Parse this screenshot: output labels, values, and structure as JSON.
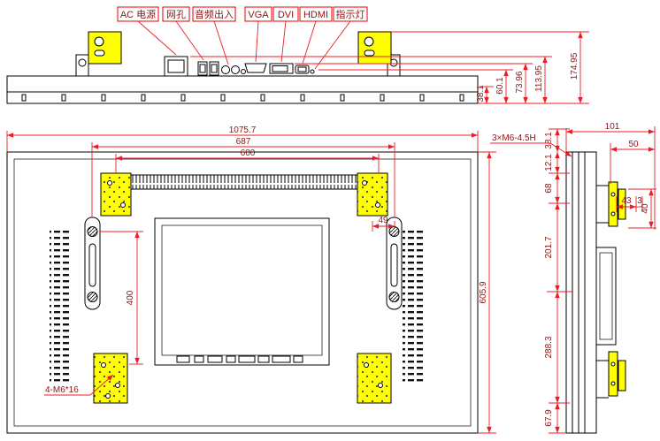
{
  "colors": {
    "background": "#ffffff",
    "outline": "#000000",
    "dimension_line": "#ec1c24",
    "dimension_text": "#8b1414",
    "highlight": "#ffff00"
  },
  "top_view": {
    "labels": {
      "ac_power": "AC 电源",
      "lan": "网孔",
      "audio": "音频出入",
      "vga": "VGA",
      "dvi": "DVI",
      "hdmi": "HDMI",
      "indicator": "指示灯"
    },
    "dims": {
      "d1": "38.1",
      "d2": "60.1",
      "d3": "73.96",
      "d4": "113.95",
      "d5": "174.95"
    }
  },
  "rear_view": {
    "dims": {
      "overall_width": "1075.7",
      "bracket_width": "687",
      "vesa_width": "600",
      "hole_offset": "49",
      "vesa_height": "400",
      "overall_height": "605.9"
    },
    "screw_note": "4-M6*16"
  },
  "side_view": {
    "thread_note": "3×M6-4.5H",
    "dims": {
      "overall_depth": "101",
      "bracket_depth": "50",
      "top_offset": "38.1",
      "step": "12.1",
      "upper": "68",
      "bracket_width": "43",
      "gap": "3",
      "bracket_height": "40",
      "mid": "201.7",
      "lower": "288.3",
      "bottom_offset": "67.9"
    }
  }
}
